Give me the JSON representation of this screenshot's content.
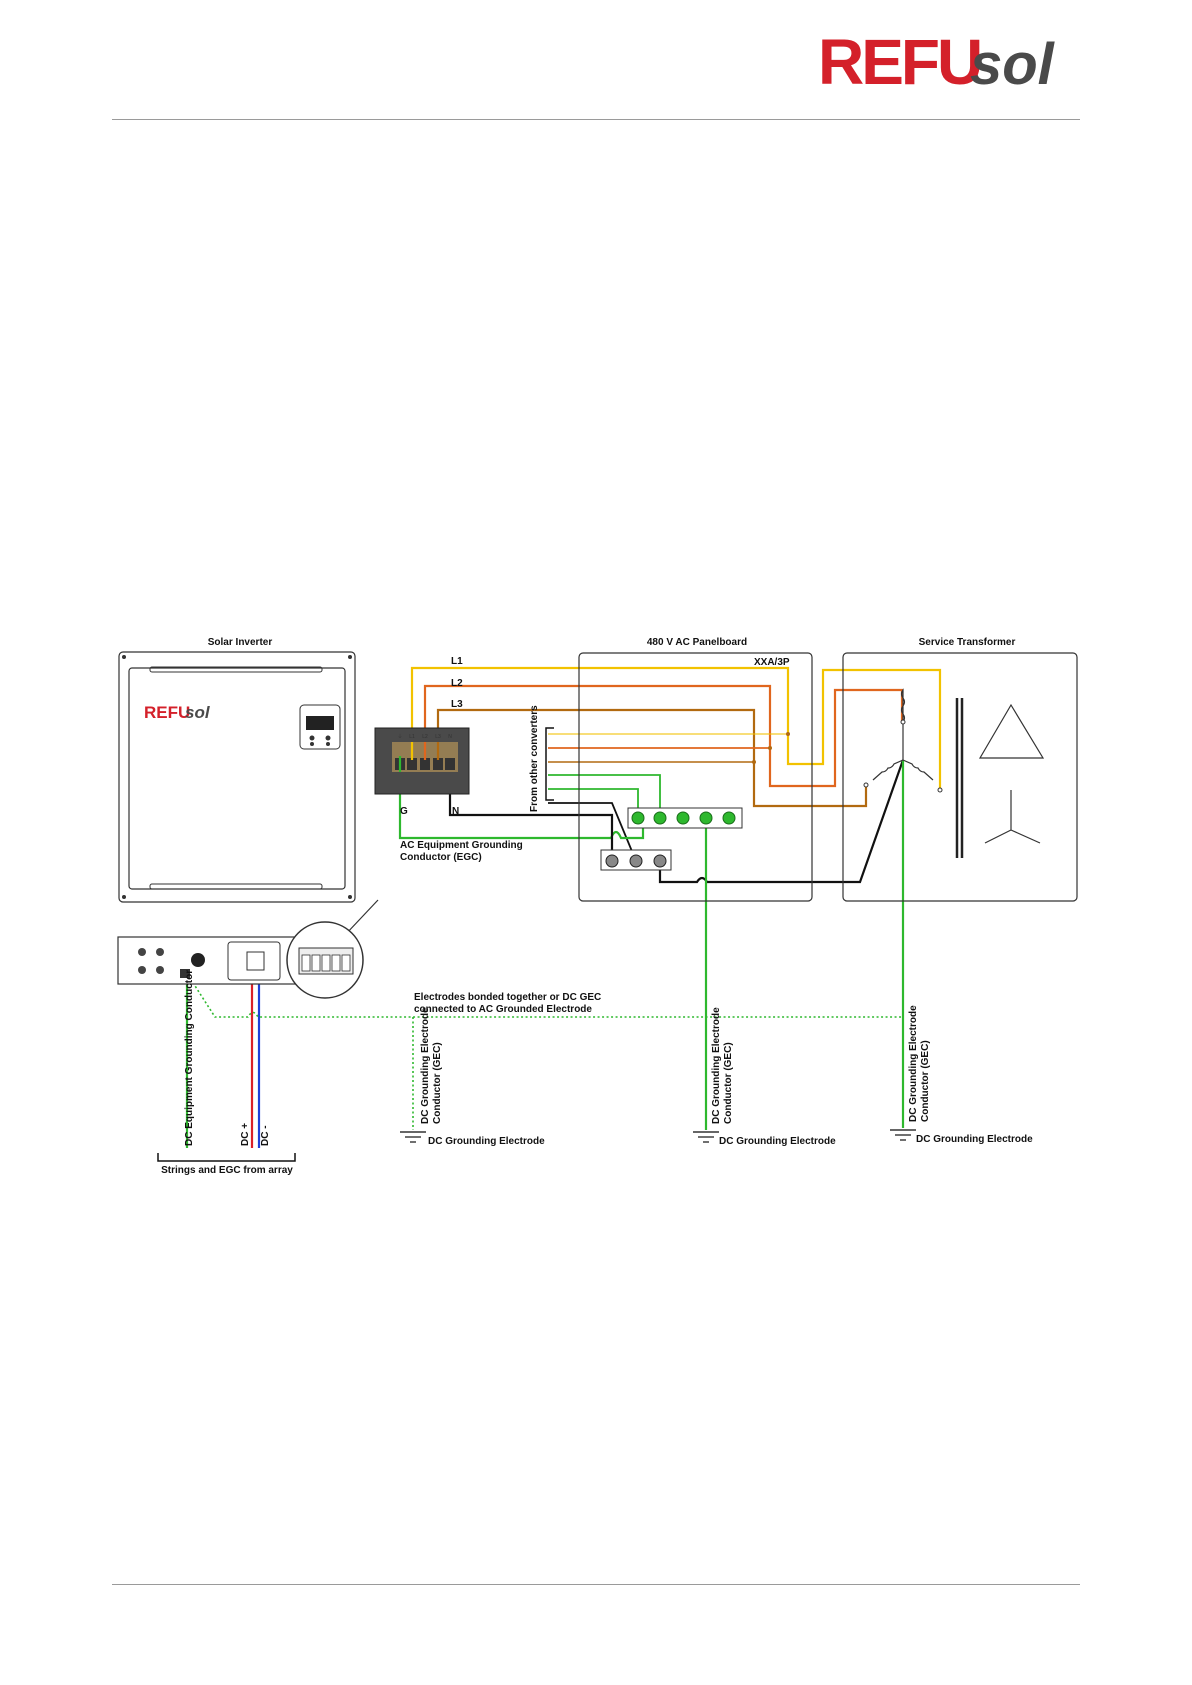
{
  "header": {
    "logo": {
      "refu": "REFU",
      "sol": "sol",
      "brand_red": "#d4202a",
      "brand_gray": "#4a4a4a"
    }
  },
  "diagram": {
    "titles": {
      "inverter": "Solar Inverter",
      "panelboard": "480 V AC Panelboard",
      "transformer": "Service Transformer"
    },
    "inverter_logo": {
      "refu": "REFU",
      "sol": "sol"
    },
    "ac_lines": {
      "l1": "L1",
      "l2": "L2",
      "l3": "L3"
    },
    "terminal_labels": [
      "⏚",
      "L1",
      "L2",
      "L3",
      "N"
    ],
    "breaker": "XXA/3P",
    "from_other": "From other converters",
    "g_label": "G",
    "n_label": "N",
    "ac_egc": [
      "AC Equipment Grounding",
      "Conductor (EGC)"
    ],
    "electrodes_bonded": [
      "Electrodes bonded together or DC GEC",
      "connected to AC Grounded Electrode"
    ],
    "dc_egc": "DC Equipment Grounding  Conductor",
    "dc_plus": "DC +",
    "dc_minus": "DC -",
    "dc_gec": [
      "DC Grounding Electrode",
      "Conductor (GEC)"
    ],
    "dc_ge": "DC Grounding Electrode",
    "strings": "Strings and EGC from array",
    "colors": {
      "l1": "#f2c200",
      "l2": "#e0661e",
      "l3": "#b26a10",
      "ground": "#2eb82e",
      "neutral": "#111111",
      "dc_plus": "#d9202a",
      "dc_minus": "#1f3fd9"
    }
  }
}
